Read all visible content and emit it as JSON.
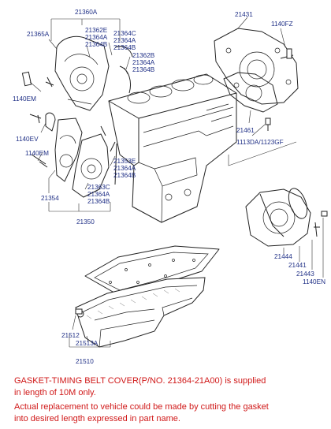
{
  "labels": {
    "p21360A": "21360A",
    "p21365A": "21365A",
    "g_top_a": [
      "21362E",
      "21364A",
      "21364B"
    ],
    "g_top_b": [
      "21364C",
      "21364A",
      "21364B"
    ],
    "g_top_c": [
      "21362B",
      "21364A",
      "21364B"
    ],
    "p1140EM_a": "1140EM",
    "p1140EV": "1140EV",
    "p1140EM_b": "1140EM",
    "p21354": "21354",
    "g_mid": [
      "21353E",
      "21364A",
      "21364B"
    ],
    "g_low": [
      "21363C",
      "21364A",
      "21364B"
    ],
    "p21350": "21350",
    "p21431": "21431",
    "p1140FZ": "1140FZ",
    "p21461": "21461",
    "p1113DA": "1113DA/1123GF",
    "p21444": "21444",
    "p21441": "21441",
    "p21443": "21443",
    "p1140EN": "1140EN",
    "p21512": "21512",
    "p21513A": "21513A",
    "p21510": "21510"
  },
  "note": {
    "line1": "GASKET-TIMING BELT COVER(P/NO. 21364-21A00) is supplied",
    "line2": "in length of 10M only.",
    "line3": "Actual replacement to vehicle could be made by cutting the gasket",
    "line4": "into desired length expressed in part name."
  }
}
